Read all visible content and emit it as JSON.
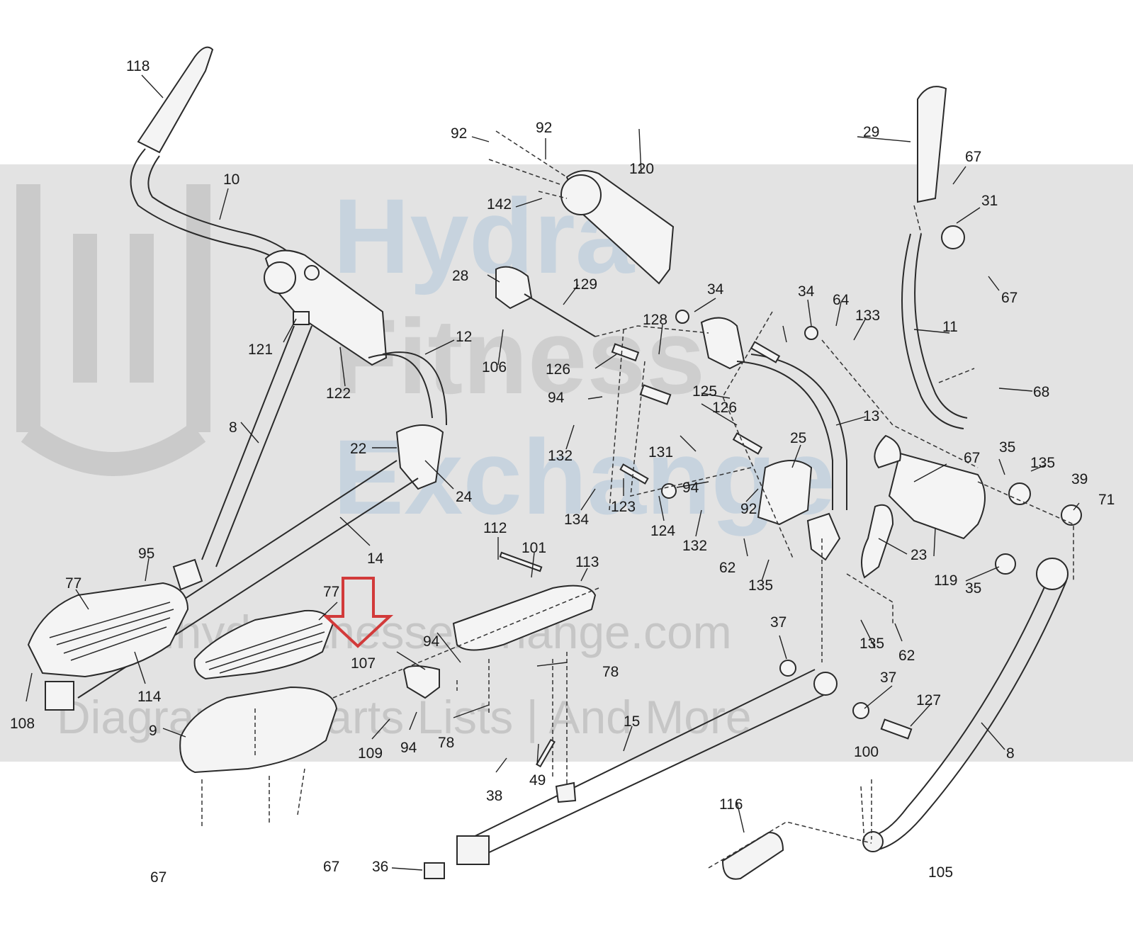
{
  "watermark": {
    "brand_lines": [
      "Hydra",
      "Fitness",
      "Exchange"
    ],
    "url": "www.hydrafitnessexchange.com",
    "tagline": "Diagrams | Parts Lists | And More"
  },
  "callouts": [
    {
      "id": "118",
      "text": "118"
    },
    {
      "id": "10",
      "text": "10"
    },
    {
      "id": "28",
      "text": "28"
    },
    {
      "id": "121",
      "text": "121"
    },
    {
      "id": "122",
      "text": "122"
    },
    {
      "id": "12",
      "text": "12"
    },
    {
      "id": "8a",
      "text": "8"
    },
    {
      "id": "22",
      "text": "22"
    },
    {
      "id": "24",
      "text": "24"
    },
    {
      "id": "14",
      "text": "14"
    },
    {
      "id": "95",
      "text": "95"
    },
    {
      "id": "77a",
      "text": "77"
    },
    {
      "id": "77b",
      "text": "77"
    },
    {
      "id": "114",
      "text": "114"
    },
    {
      "id": "108",
      "text": "108"
    },
    {
      "id": "9",
      "text": "9"
    },
    {
      "id": "67a",
      "text": "67"
    },
    {
      "id": "67b",
      "text": "67"
    },
    {
      "id": "107",
      "text": "107"
    },
    {
      "id": "94a",
      "text": "94"
    },
    {
      "id": "109",
      "text": "109"
    },
    {
      "id": "94b",
      "text": "94"
    },
    {
      "id": "78a",
      "text": "78"
    },
    {
      "id": "78b",
      "text": "78"
    },
    {
      "id": "112",
      "text": "112"
    },
    {
      "id": "101",
      "text": "101"
    },
    {
      "id": "113",
      "text": "113"
    },
    {
      "id": "38",
      "text": "38"
    },
    {
      "id": "49",
      "text": "49"
    },
    {
      "id": "15",
      "text": "15"
    },
    {
      "id": "36",
      "text": "36"
    },
    {
      "id": "116",
      "text": "116"
    },
    {
      "id": "100",
      "text": "100"
    },
    {
      "id": "105",
      "text": "105"
    },
    {
      "id": "8b",
      "text": "8"
    },
    {
      "id": "127",
      "text": "127"
    },
    {
      "id": "37a",
      "text": "37"
    },
    {
      "id": "37b",
      "text": "37"
    },
    {
      "id": "135a",
      "text": "135"
    },
    {
      "id": "62a",
      "text": "62"
    },
    {
      "id": "35a",
      "text": "35"
    },
    {
      "id": "119",
      "text": "119"
    },
    {
      "id": "23",
      "text": "23"
    },
    {
      "id": "13",
      "text": "13"
    },
    {
      "id": "25",
      "text": "25"
    },
    {
      "id": "92a",
      "text": "92"
    },
    {
      "id": "62b",
      "text": "62"
    },
    {
      "id": "135b",
      "text": "135"
    },
    {
      "id": "132a",
      "text": "132"
    },
    {
      "id": "124",
      "text": "124"
    },
    {
      "id": "94c",
      "text": "94"
    },
    {
      "id": "123",
      "text": "123"
    },
    {
      "id": "134",
      "text": "134"
    },
    {
      "id": "132b",
      "text": "132"
    },
    {
      "id": "131",
      "text": "131"
    },
    {
      "id": "126a",
      "text": "126"
    },
    {
      "id": "94d",
      "text": "94"
    },
    {
      "id": "126b",
      "text": "126"
    },
    {
      "id": "125",
      "text": "125"
    },
    {
      "id": "128",
      "text": "128"
    },
    {
      "id": "106",
      "text": "106"
    },
    {
      "id": "129",
      "text": "129"
    },
    {
      "id": "34a",
      "text": "34"
    },
    {
      "id": "34b",
      "text": "34"
    },
    {
      "id": "64",
      "text": "64"
    },
    {
      "id": "133",
      "text": "133"
    },
    {
      "id": "11",
      "text": "11"
    },
    {
      "id": "68",
      "text": "68"
    },
    {
      "id": "67c",
      "text": "67"
    },
    {
      "id": "35b",
      "text": "35"
    },
    {
      "id": "135c",
      "text": "135"
    },
    {
      "id": "39",
      "text": "39"
    },
    {
      "id": "71",
      "text": "71"
    },
    {
      "id": "92b",
      "text": "92"
    },
    {
      "id": "92c",
      "text": "92"
    },
    {
      "id": "142",
      "text": "142"
    },
    {
      "id": "120",
      "text": "120"
    },
    {
      "id": "29",
      "text": "29"
    },
    {
      "id": "67d",
      "text": "67"
    },
    {
      "id": "31",
      "text": "31"
    },
    {
      "id": "67e",
      "text": "67"
    }
  ],
  "highlight_arrow": {
    "color": "#d23a3a",
    "target": "107"
  }
}
